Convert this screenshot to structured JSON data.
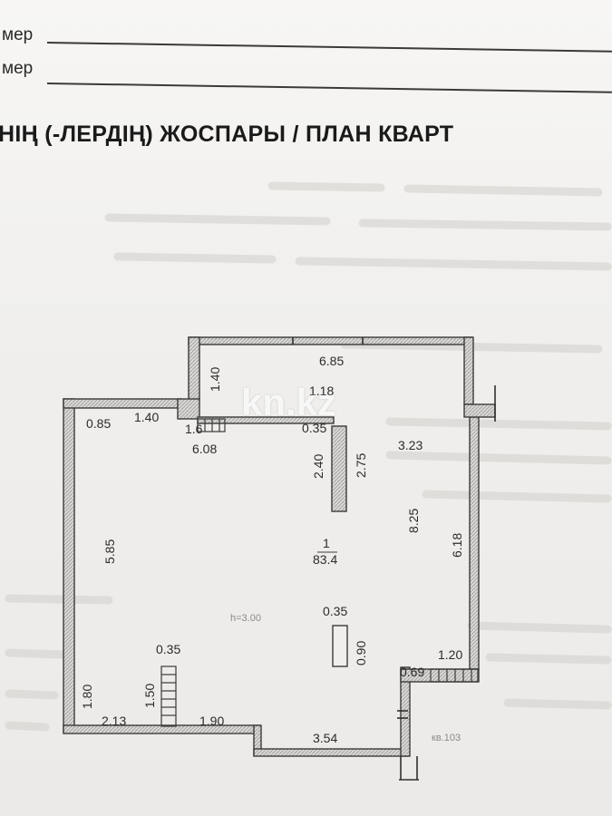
{
  "form": {
    "line1_label": "мер",
    "line2_label": "мер"
  },
  "heading": "НІҢ (-ЛЕРДІҢ) ЖОСПАРЫ / ПЛАН КВАРТ",
  "watermark": "kn.kz",
  "plan": {
    "room_number": "1",
    "room_area": "83.4",
    "room_height": "h=3.00",
    "apartment_ref": "кв.103",
    "dimensions": {
      "d_6_85": "6.85",
      "d_1_40_top": "1.40",
      "d_1_18": "1.18",
      "d_0_85": "0.85",
      "d_1_40_left": "1.40",
      "d_1_6": "1.6",
      "d_0_35_top": "0.35",
      "d_6_08": "6.08",
      "d_2_40": "2.40",
      "d_2_75": "2.75",
      "d_3_23": "3.23",
      "d_8_25": "8.25",
      "d_6_18": "6.18",
      "d_5_85": "5.85",
      "d_0_35_mid": "0.35",
      "d_0_90": "0.90",
      "d_0_35_left": "0.35",
      "d_1_20": "1.20",
      "d_0_69": "0.69",
      "d_1_80": "1.80",
      "d_1_50": "1.50",
      "d_2_13": "2.13",
      "d_1_90": "1.90",
      "d_3_54": "3.54"
    }
  }
}
